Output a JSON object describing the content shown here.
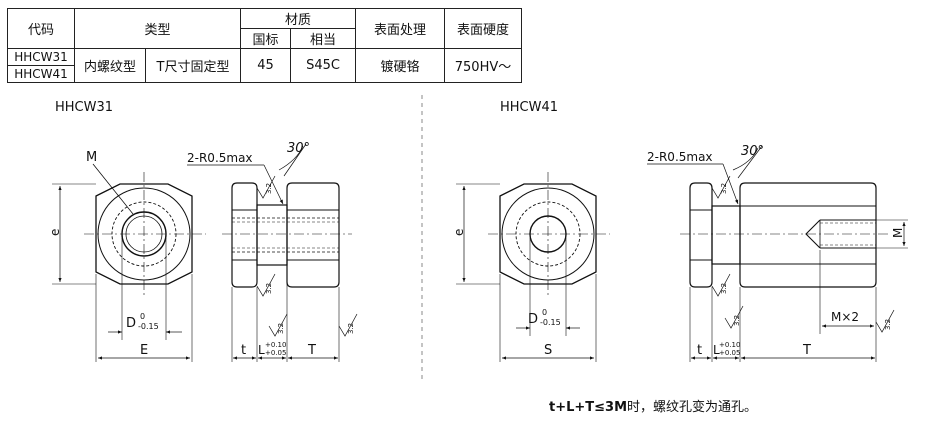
{
  "table": {
    "headers": {
      "code": "代码",
      "type": "类型",
      "material": "材质",
      "material_std": "国标",
      "material_equiv": "相当",
      "surface": "表面处理",
      "hardness": "表面硬度"
    },
    "row": {
      "code_1": "HHCW31",
      "code_2": "HHCW41",
      "type_a": "内螺纹型",
      "type_b": "T尺寸固定型",
      "std": "45",
      "equiv": "S45C",
      "surface": "镀硬铬",
      "hardness": "750HV～"
    }
  },
  "left_drawing": {
    "title": "HHCW31",
    "label_m": "M",
    "label_e": "e",
    "label_d": "D",
    "d_upper": "0",
    "d_lower": "-0.15",
    "label_E": "E",
    "label_radius": "2-R0.5max",
    "label_angle": "30°",
    "label_t": "t",
    "label_L": "L",
    "L_upper": "+0.10",
    "L_lower": "+0.05",
    "label_T": "T",
    "roughness": "3.2"
  },
  "right_drawing": {
    "title": "HHCW41",
    "label_e": "e",
    "label_d": "D",
    "d_upper": "0",
    "d_lower": "-0.15",
    "label_S": "S",
    "label_radius": "2-R0.5max",
    "label_angle": "30°",
    "label_M": "M",
    "label_Mx2": "M×2",
    "label_t": "t",
    "label_L": "L",
    "L_upper": "+0.10",
    "L_lower": "+0.05",
    "label_T": "T",
    "roughness": "3.2"
  },
  "note": {
    "formula": "t+L+T≤3M",
    "text": "时，螺纹孔变为通孔。"
  }
}
